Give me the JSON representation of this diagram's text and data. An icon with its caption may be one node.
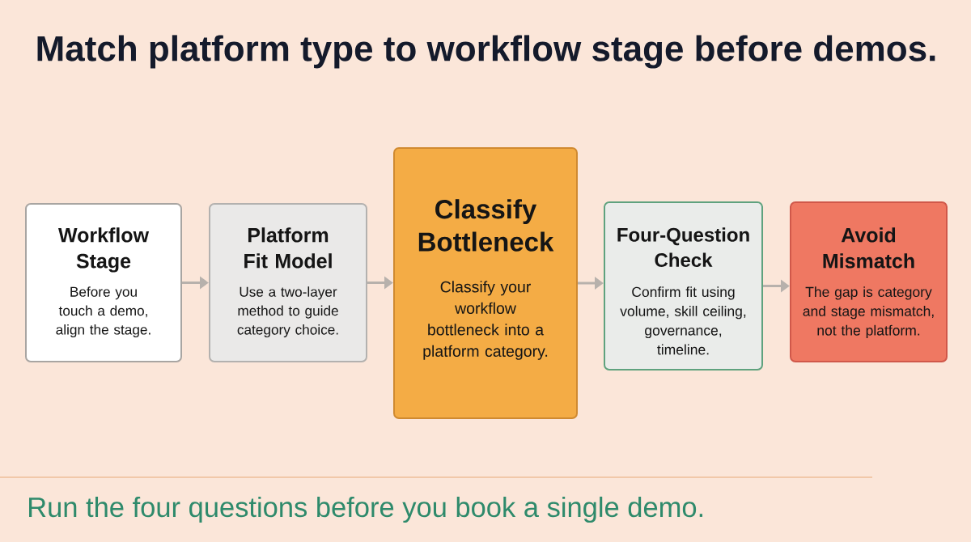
{
  "diagram": {
    "title": "Match platform type to workflow stage before demos.",
    "caption": "Run the four questions before you book a single demo.",
    "nodes": [
      {
        "text": [
          "Workflow Stage",
          "Before you touch a demo, align the stage."
        ]
      },
      {
        "text": [
          "Platform Fit Model",
          "Use a two-layer method to guide category choice."
        ]
      },
      {
        "text": [
          "Classify Bottleneck",
          "Classify your workflow bottleneck into a platform category."
        ]
      },
      {
        "text": [
          "Four-Question Check",
          "Confirm fit using volume, skill ceiling, governance, timeline."
        ]
      },
      {
        "text": [
          "Avoid Mismatch",
          "The gap is category and stage mismatch, not the platform."
        ]
      }
    ],
    "edges": [
      {
        "from": 0,
        "to": 1,
        "arrow": "to"
      },
      {
        "from": 1,
        "to": 2,
        "arrow": "to"
      },
      {
        "from": 2,
        "to": 3,
        "arrow": "to"
      },
      {
        "from": 3,
        "to": 4,
        "arrow": "to"
      }
    ]
  }
}
